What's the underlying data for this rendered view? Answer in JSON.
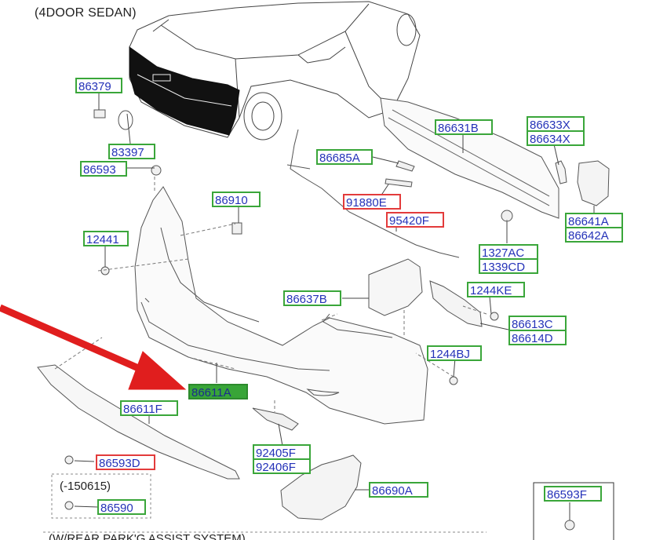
{
  "title": "(4DOOR SEDAN)",
  "footer_note": "(W/REAR PARK'G ASSIST SYSTEM)",
  "date_note": "(-150615)",
  "colors": {
    "green_border": "#3aa63a",
    "red_border": "#e33b3b",
    "highlight_fill": "#38a538",
    "label_text": "#2432b8",
    "arrow": "#e01e1e"
  },
  "labels": {
    "p86379": "86379",
    "p83397": "83397",
    "p86593": "86593",
    "p86910": "86910",
    "p12441": "12441",
    "p86685A": "86685A",
    "p86631B": "86631B",
    "p86633X": "86633X",
    "p86634X": "86634X",
    "p91880E": "91880E",
    "p95420F": "95420F",
    "p86641A": "86641A",
    "p86642A": "86642A",
    "p1327AC": "1327AC",
    "p1339CD": "1339CD",
    "p86637B": "86637B",
    "p1244KE": "1244KE",
    "p86613C": "86613C",
    "p86614D": "86614D",
    "p1244BJ": "1244BJ",
    "p86611A": "86611A",
    "p86611F": "86611F",
    "p92405F": "92405F",
    "p92406F": "92406F",
    "p86593D": "86593D",
    "p86590": "86590",
    "p86690A": "86690A",
    "p86593F": "86593F"
  }
}
